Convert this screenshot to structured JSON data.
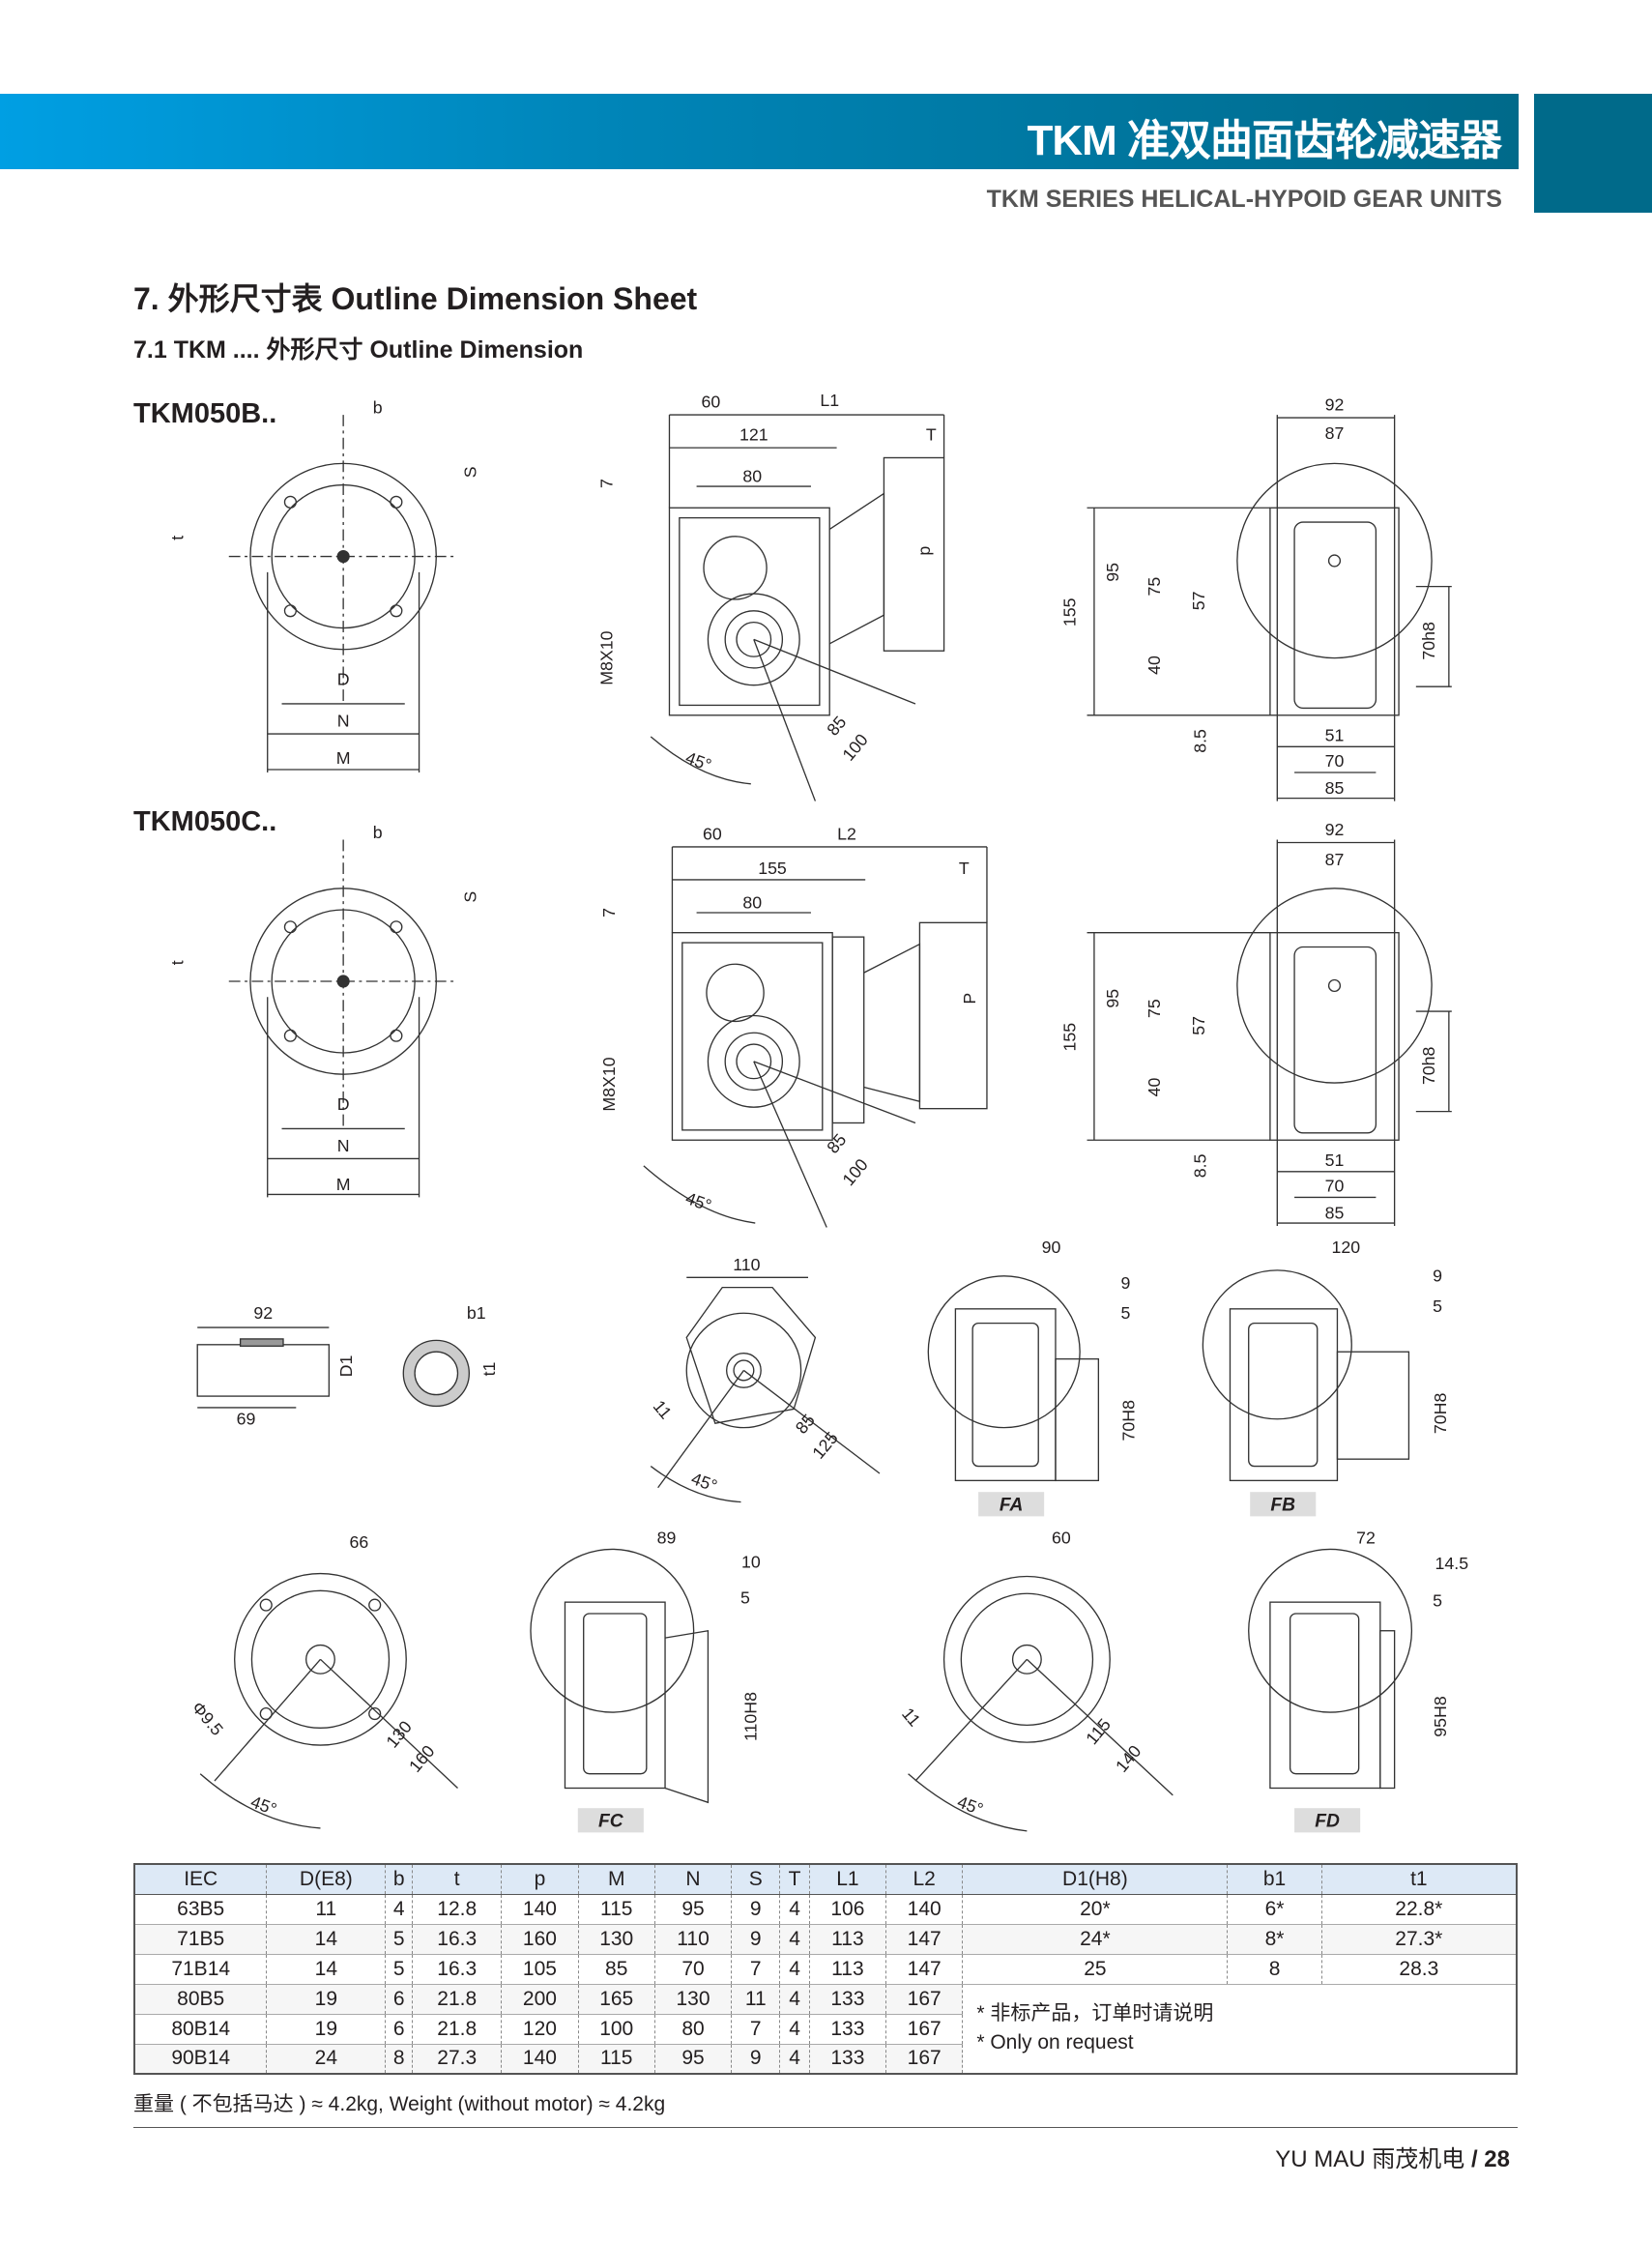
{
  "header": {
    "title": "TKM 准双曲面齿轮减速器",
    "subtitle": "TKM SERIES HELICAL-HYPOID GEAR UNITS"
  },
  "section": {
    "title": "7. 外形尺寸表 Outline Dimension Sheet",
    "subtitle": "7.1 TKM .... 外形尺寸 Outline Dimension"
  },
  "models": [
    "TKM050B..",
    "TKM050C.."
  ],
  "drawings": {
    "b_flange": [
      "b",
      "S",
      "t",
      "D",
      "N",
      "M"
    ],
    "b_side": [
      "60",
      "L1",
      "121",
      "T",
      "80",
      "7",
      "p",
      "M8X10",
      "45°",
      "85",
      "100"
    ],
    "b_front": [
      "92",
      "87",
      "155",
      "95",
      "75",
      "57",
      "40",
      "70h8",
      "8.5",
      "51",
      "70",
      "85"
    ],
    "c_flange": [
      "b",
      "S",
      "t",
      "D",
      "N",
      "M"
    ],
    "c_side": [
      "60",
      "L2",
      "155",
      "T",
      "80",
      "7",
      "P",
      "M8X10",
      "45°",
      "85",
      "100"
    ],
    "c_front": [
      "92",
      "87",
      "155",
      "95",
      "75",
      "57",
      "40",
      "70h8",
      "8.5",
      "51",
      "70",
      "85"
    ],
    "shaft": [
      "92",
      "D1",
      "69"
    ],
    "bore": [
      "b1",
      "t1"
    ],
    "center": [
      "110",
      "11",
      "45°",
      "85",
      "125"
    ],
    "fa": [
      "90",
      "9",
      "5",
      "70H8",
      "FA"
    ],
    "fb": [
      "120",
      "9",
      "5",
      "70H8",
      "FB"
    ],
    "fc_flange": [
      "66",
      "Φ9.5",
      "45°",
      "130",
      "160"
    ],
    "fc": [
      "89",
      "10",
      "5",
      "110H8",
      "FC"
    ],
    "fd_flange": [
      "60",
      "11",
      "45°",
      "115",
      "140"
    ],
    "fd": [
      "72",
      "14.5",
      "5",
      "95H8",
      "FD"
    ]
  },
  "table": {
    "headers": [
      "IEC",
      "D(E8)",
      "b",
      "t",
      "p",
      "M",
      "N",
      "S",
      "T",
      "L1",
      "L2",
      "D1(H8)",
      "b1",
      "t1"
    ],
    "rows": [
      [
        "63B5",
        "11",
        "4",
        "12.8",
        "140",
        "115",
        "95",
        "9",
        "4",
        "106",
        "140",
        "20*",
        "6*",
        "22.8*"
      ],
      [
        "71B5",
        "14",
        "5",
        "16.3",
        "160",
        "130",
        "110",
        "9",
        "4",
        "113",
        "147",
        "24*",
        "8*",
        "27.3*"
      ],
      [
        "71B14",
        "14",
        "5",
        "16.3",
        "105",
        "85",
        "70",
        "7",
        "4",
        "113",
        "147",
        "25",
        "8",
        "28.3"
      ],
      [
        "80B5",
        "19",
        "6",
        "21.8",
        "200",
        "165",
        "130",
        "11",
        "4",
        "133",
        "167"
      ],
      [
        "80B14",
        "19",
        "6",
        "21.8",
        "120",
        "100",
        "80",
        "7",
        "4",
        "133",
        "167"
      ],
      [
        "90B14",
        "24",
        "8",
        "27.3",
        "140",
        "115",
        "95",
        "9",
        "4",
        "133",
        "167"
      ]
    ],
    "note_cn": "* 非标产品，订单时请说明",
    "note_en": "* Only on request"
  },
  "weight": "重量 ( 不包括马达 ) ≈ 4.2kg, Weight (without motor) ≈ 4.2kg",
  "footer": {
    "brand": "YU MAU 雨茂机电",
    "sep": "/",
    "page": "28"
  },
  "colors": {
    "band_start": "#009fe3",
    "band_end": "#006a8a"
  }
}
